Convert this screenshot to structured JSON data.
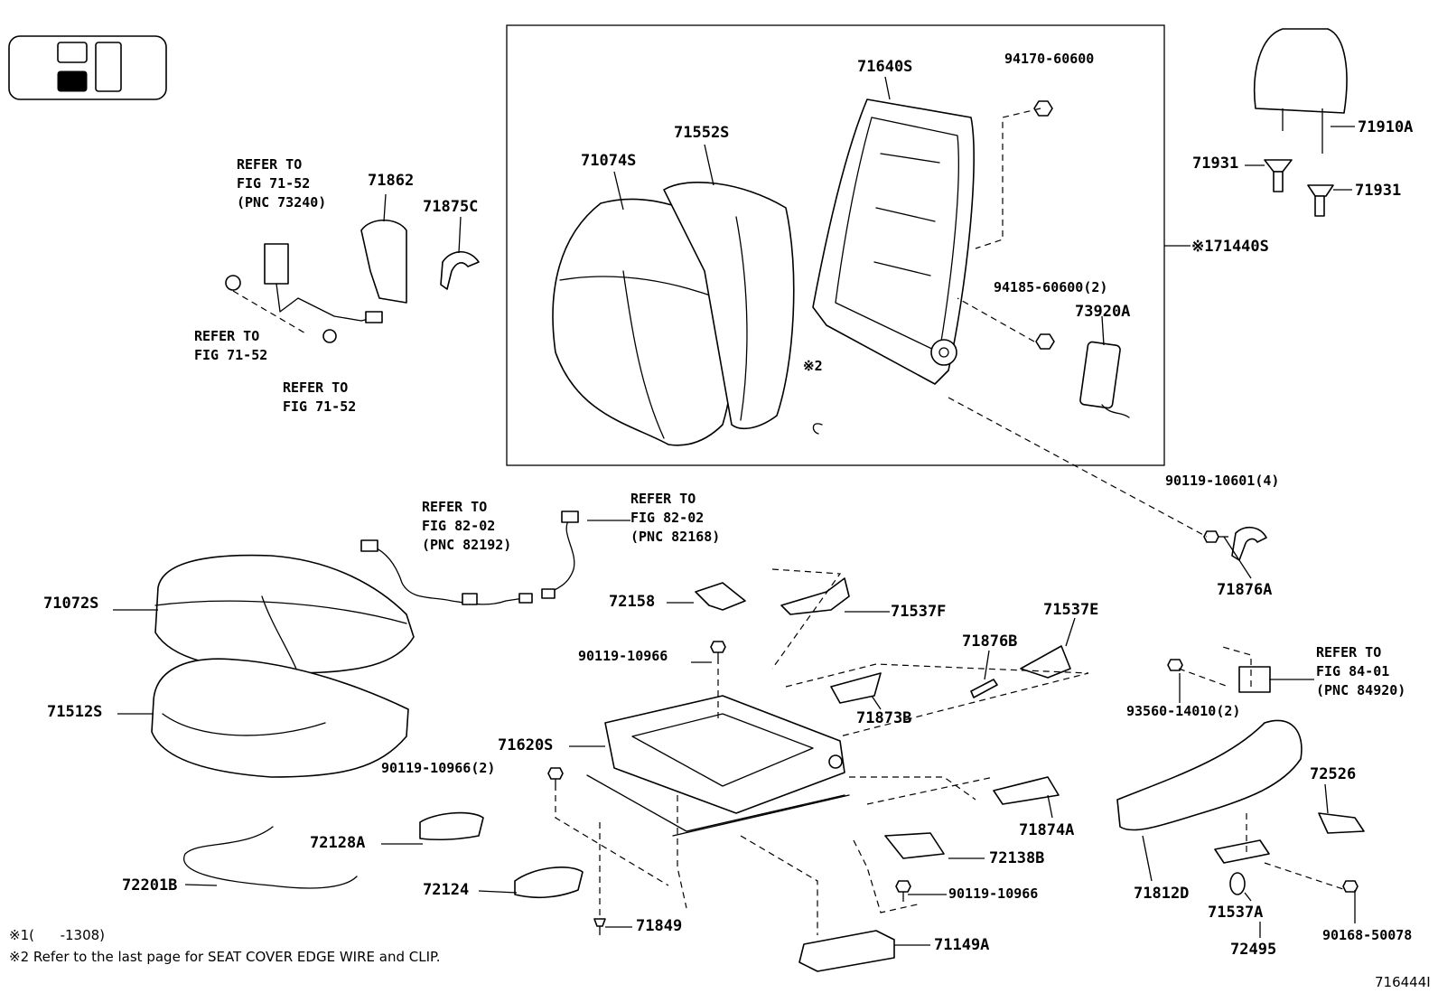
{
  "diagram_id": "716444I",
  "locator_icon": "seat-position-locator",
  "labels": {
    "p71640S": "71640S",
    "p94170": "94170-60600",
    "p71552S": "71552S",
    "p71074S": "71074S",
    "p71440S": "※171440S",
    "p94185": "94185-60600(2)",
    "p73920A": "73920A",
    "mark2": "※2",
    "p71910A": "71910A",
    "p71931a": "71931",
    "p71931b": "71931",
    "p71862": "71862",
    "p71875C": "71875C",
    "refer1_l1": "REFER TO",
    "refer1_l2": "FIG 71-52",
    "refer1_l3": "(PNC 73240)",
    "refer2_l1": "REFER TO",
    "refer2_l2": "FIG 71-52",
    "refer3_l1": "REFER TO",
    "refer3_l2": "FIG 71-52",
    "refer4_l1": "REFER TO",
    "refer4_l2": "FIG 82-02",
    "refer4_l3": "(PNC 82192)",
    "refer5_l1": "REFER TO",
    "refer5_l2": "FIG 82-02",
    "refer5_l3": "(PNC 82168)",
    "p90119_10601": "90119-10601(4)",
    "p71876A": "71876A",
    "p71072S": "71072S",
    "p71512S": "71512S",
    "p72158": "72158",
    "p71537F": "71537F",
    "p71537E": "71537E",
    "p71876B": "71876B",
    "p90119_10966a": "90119-10966",
    "p71873B": "71873B",
    "refer6_l1": "REFER TO",
    "refer6_l2": "FIG 84-01",
    "refer6_l3": "(PNC 84920)",
    "p93560": "93560-14010(2)",
    "p71620S": "71620S",
    "p90119_10966_2": "90119-10966(2)",
    "p72526": "72526",
    "p71874A": "71874A",
    "p72128A": "72128A",
    "p72138B": "72138B",
    "p72201B": "72201B",
    "p72124": "72124",
    "p90119_10966b": "90119-10966",
    "p71812D": "71812D",
    "p71537A": "71537A",
    "p71849": "71849",
    "p90168": "90168-50078",
    "p71149A": "71149A",
    "p72495": "72495"
  },
  "notes": {
    "note1": "※1(      -1308)",
    "note2": "※2 Refer to the last page for SEAT COVER EDGE WIRE and CLIP."
  }
}
